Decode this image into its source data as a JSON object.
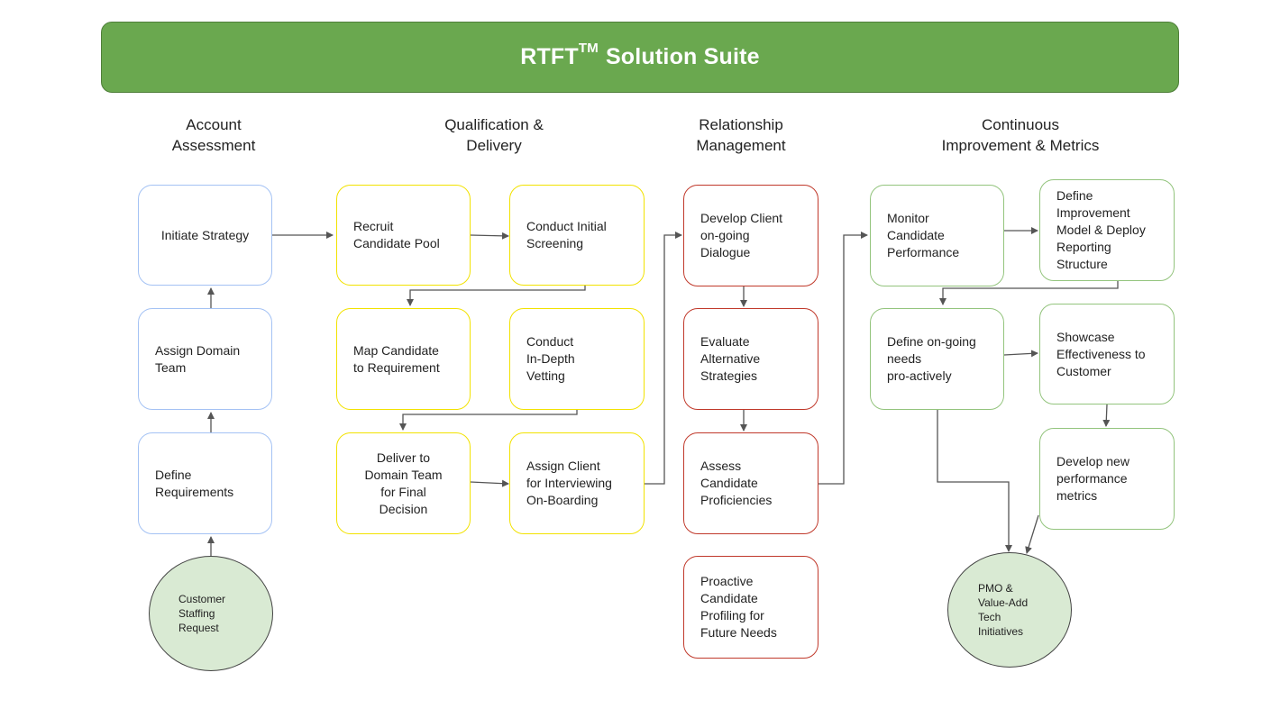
{
  "title": {
    "main": "RTFT",
    "sup": "TM",
    "rest": "Solution Suite"
  },
  "columns": {
    "account": "Account\nAssessment",
    "qualification": "Qualification &\nDelivery",
    "relationship": "Relationship\nManagement",
    "improvement": "Continuous\nImprovement & Metrics"
  },
  "account": {
    "initiate": "Initiate Strategy",
    "assign_team": "Assign Domain\nTeam",
    "define_req": "Define\nRequirements",
    "request": "Customer\nStaffing\nRequest"
  },
  "qualification": {
    "recruit": "Recruit\nCandidate Pool",
    "screening": "Conduct Initial\nScreening",
    "map": "Map Candidate\nto Requirement",
    "vetting": "Conduct\nIn-Depth\nVetting",
    "deliver": "Deliver to\nDomain Team\nfor Final\nDecision",
    "assign_client": "Assign Client\nfor Interviewing\nOn-Boarding"
  },
  "relationship": {
    "dialogue": "Develop Client\non-going\nDialogue",
    "evaluate": "Evaluate\nAlternative\nStrategies",
    "assess": "Assess\nCandidate\nProficiencies",
    "proactive": "Proactive\nCandidate\nProfiling for\nFuture Needs"
  },
  "improvement": {
    "monitor": "Monitor\nCandidate\nPerformance",
    "define_model": "Define\nImprovement\nModel & Deploy\nReporting\nStructure",
    "define_needs": "Define on-going\nneeds\npro-actively",
    "showcase": "Showcase\nEffectiveness to\nCustomer",
    "metrics": "Develop new\nperformance\nmetrics",
    "pmo": "PMO &\nValue-Add\nTech\nInitiatives"
  },
  "colors": {
    "banner": "#6aa84f",
    "account_border": "#a4c2f4",
    "qualification_border": "#f2e200",
    "relationship_border": "#c0392b",
    "improvement_border": "#93c47d",
    "circle_fill": "#d9ead3",
    "connector": "#555555"
  }
}
